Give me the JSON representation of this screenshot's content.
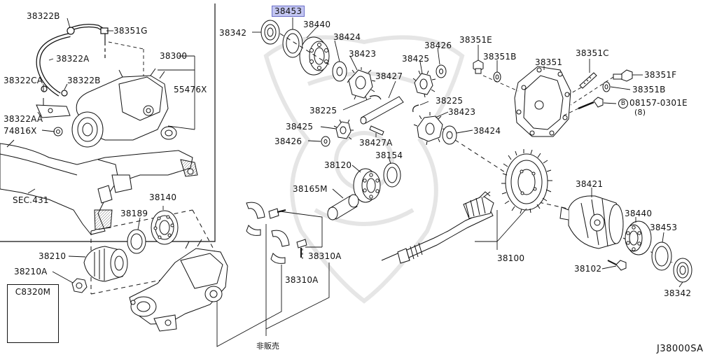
{
  "diagram": {
    "figure_code": "J38000SA",
    "not_for_sale_note": "非販売",
    "highlighted_part": "38453",
    "labels": {
      "p38322B": "38322B",
      "p38351G": "38351G",
      "p38322A": "38322A",
      "p38300": "38300",
      "p38322CA": "38322CA",
      "p38322B_2": "38322B",
      "p55476X": "55476X",
      "p38322AA": "38322AA",
      "p74816X": "74816X",
      "sec431": "SEC.431",
      "p38140": "38140",
      "p38189": "38189",
      "p38210": "38210",
      "p38210A": "38210A",
      "pC8320M": "C8320M",
      "p38342_top": "38342",
      "p38453_top": "38453",
      "p38440_top": "38440",
      "p38424_top": "38424",
      "p38423_top": "38423",
      "p38425_top": "38425",
      "p38426_top": "38426",
      "p38427": "38427",
      "p38225_left": "38225",
      "p38225_right": "38225",
      "p38423_mid": "38423",
      "p38425_left": "38425",
      "p38426_left": "38426",
      "p38427A": "38427A",
      "p38424_mid": "38424",
      "p38120": "38120",
      "p38154": "38154",
      "p38165M": "38165M",
      "p38310A_1": "38310A",
      "p38310A_2": "38310A",
      "p38351E": "38351E",
      "p38351B_1": "38351B",
      "p38351": "38351",
      "p38351C": "38351C",
      "p38351F": "38351F",
      "p38351B_2": "38351B",
      "p08157": "08157-0301E",
      "qty8": "(8)",
      "bolt_b": "B",
      "p38421": "38421",
      "p38440_bot": "38440",
      "p38453_bot": "38453",
      "p38100": "38100",
      "p38102": "38102",
      "p38342_bot": "38342"
    }
  }
}
